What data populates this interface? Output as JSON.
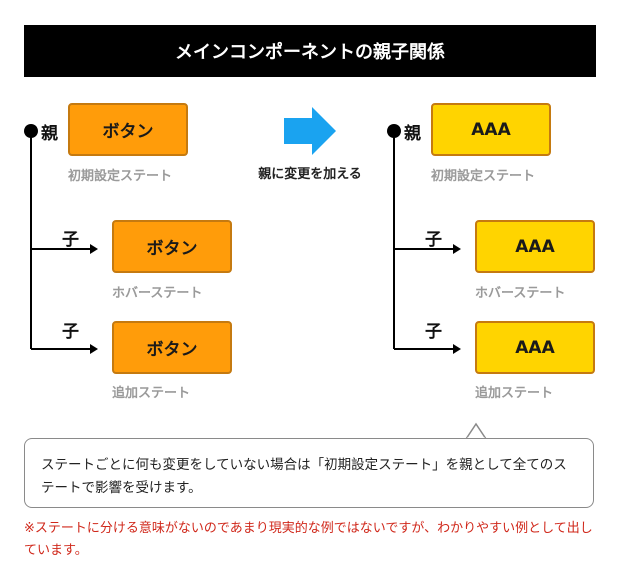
{
  "title": "メインコンポーネントの親子関係",
  "labels": {
    "parent": "親",
    "child": "子"
  },
  "left": {
    "parent_button": "ボタン",
    "child1_button": "ボタン",
    "child2_button": "ボタン",
    "parent_state": "初期設定ステート",
    "child1_state": "ホバーステート",
    "child2_state": "追加ステート"
  },
  "right": {
    "parent_button": "AAA",
    "child1_button": "AAA",
    "child2_button": "AAA",
    "parent_state": "初期設定ステート",
    "child1_state": "ホバーステート",
    "child2_state": "追加ステート"
  },
  "change_label": "親に変更を加える",
  "note": "ステートごとに何も変更をしていない場合は「初期設定ステート」を親として全てのステートで影響を受けます。",
  "footnote": "※ステートに分ける意味がないのであまり現実的な例ではないですが、わかりやすい例として出しています。",
  "colors": {
    "orange": "#ff9c0a",
    "yellow": "#ffd400",
    "arrow_blue": "#1aa3f0",
    "footnote_red": "#d0281b"
  },
  "icons": {
    "transition_arrow": "right-arrow-icon"
  }
}
